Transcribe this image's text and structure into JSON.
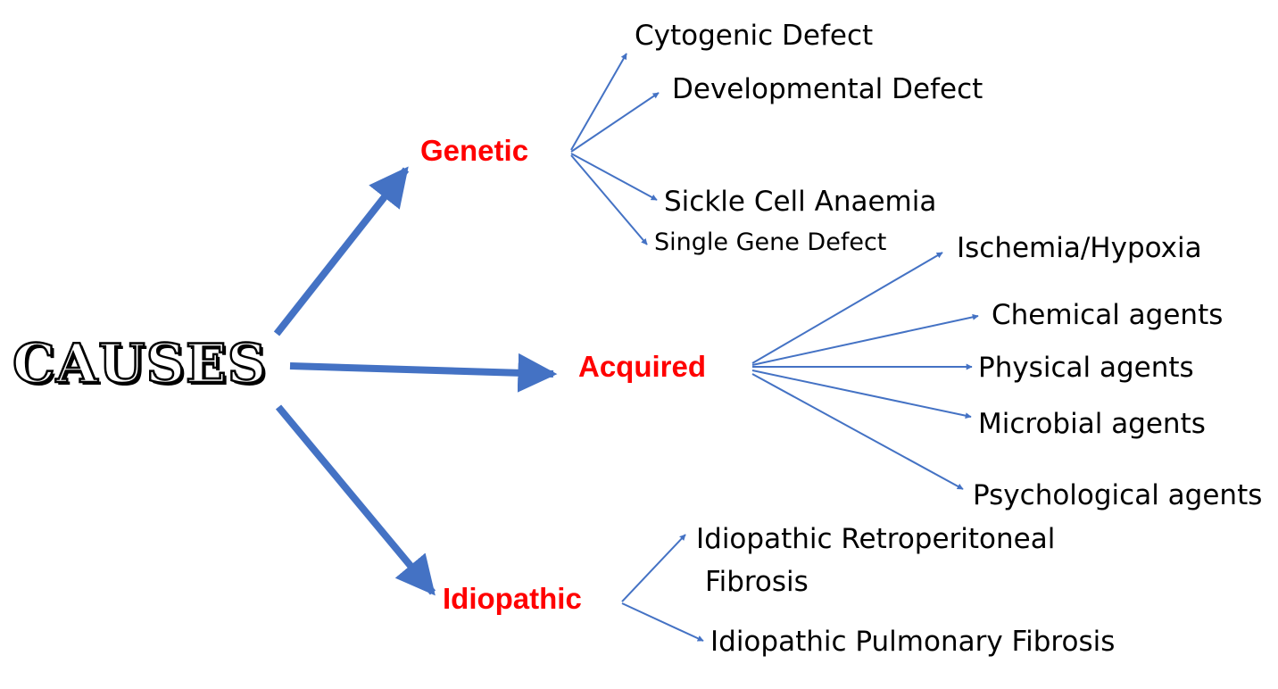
{
  "colors": {
    "arrow": "#4472C4",
    "category_text": "#FF0000",
    "leaf_text": "#000000"
  },
  "root": {
    "label": "CAUSES"
  },
  "categories": {
    "genetic": {
      "label": "Genetic",
      "items": [
        "Cytogenic Defect",
        "Developmental Defect",
        "Sickle Cell Anaemia",
        "Single Gene Defect"
      ]
    },
    "acquired": {
      "label": "Acquired",
      "items": [
        "Ischemia/Hypoxia",
        "Chemical agents",
        "Physical agents",
        "Microbial agents",
        "Psychological agents"
      ]
    },
    "idiopathic": {
      "label": "Idiopathic",
      "items": [
        "Idiopathic Retroperitoneal",
        "Fibrosis",
        "Idiopathic Pulmonary Fibrosis"
      ]
    }
  }
}
